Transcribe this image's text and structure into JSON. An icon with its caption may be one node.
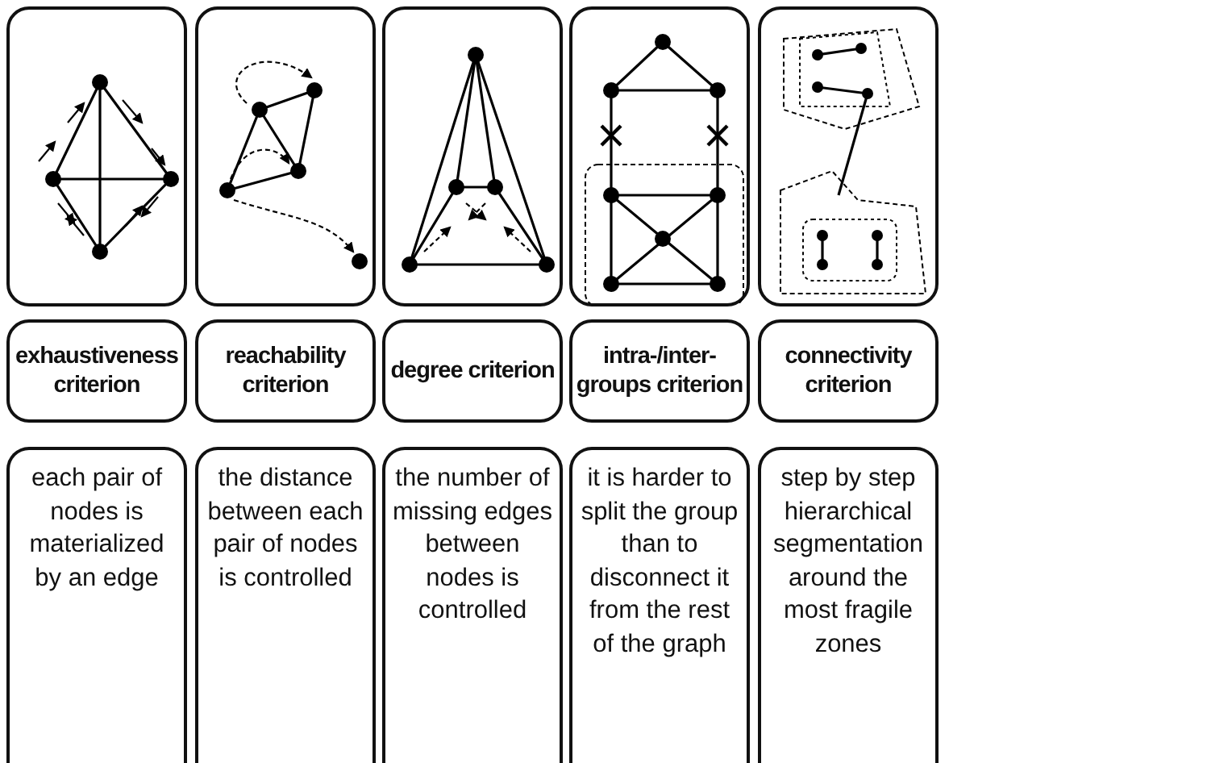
{
  "diagram": {
    "nodes": [
      {
        "text": [],
        "shape": "box"
      },
      {
        "text": [],
        "shape": "box"
      },
      {
        "text": [],
        "shape": "box"
      },
      {
        "text": [],
        "shape": "box"
      },
      {
        "text": [],
        "shape": "box"
      },
      {
        "text": [
          "exhaustiveness criterion"
        ]
      },
      {
        "text": [
          "reachability criterion"
        ]
      },
      {
        "text": [
          "degree criterion"
        ]
      },
      {
        "text": [
          "intra-/inter-groups criterion"
        ]
      },
      {
        "text": [
          "connectivity criterion"
        ]
      },
      {
        "text": [
          "each pair of nodes is materialized by an edge"
        ]
      },
      {
        "text": [
          "the distance between each pair of nodes is controlled"
        ]
      },
      {
        "text": [
          "the number of missing edges between nodes is controlled"
        ]
      },
      {
        "text": [
          "it is harder to split the group than to disconnect it from the rest of the graph"
        ]
      },
      {
        "text": [
          "step by step hierarchical segmentation around the most fragile zones"
        ]
      }
    ],
    "edges": []
  }
}
